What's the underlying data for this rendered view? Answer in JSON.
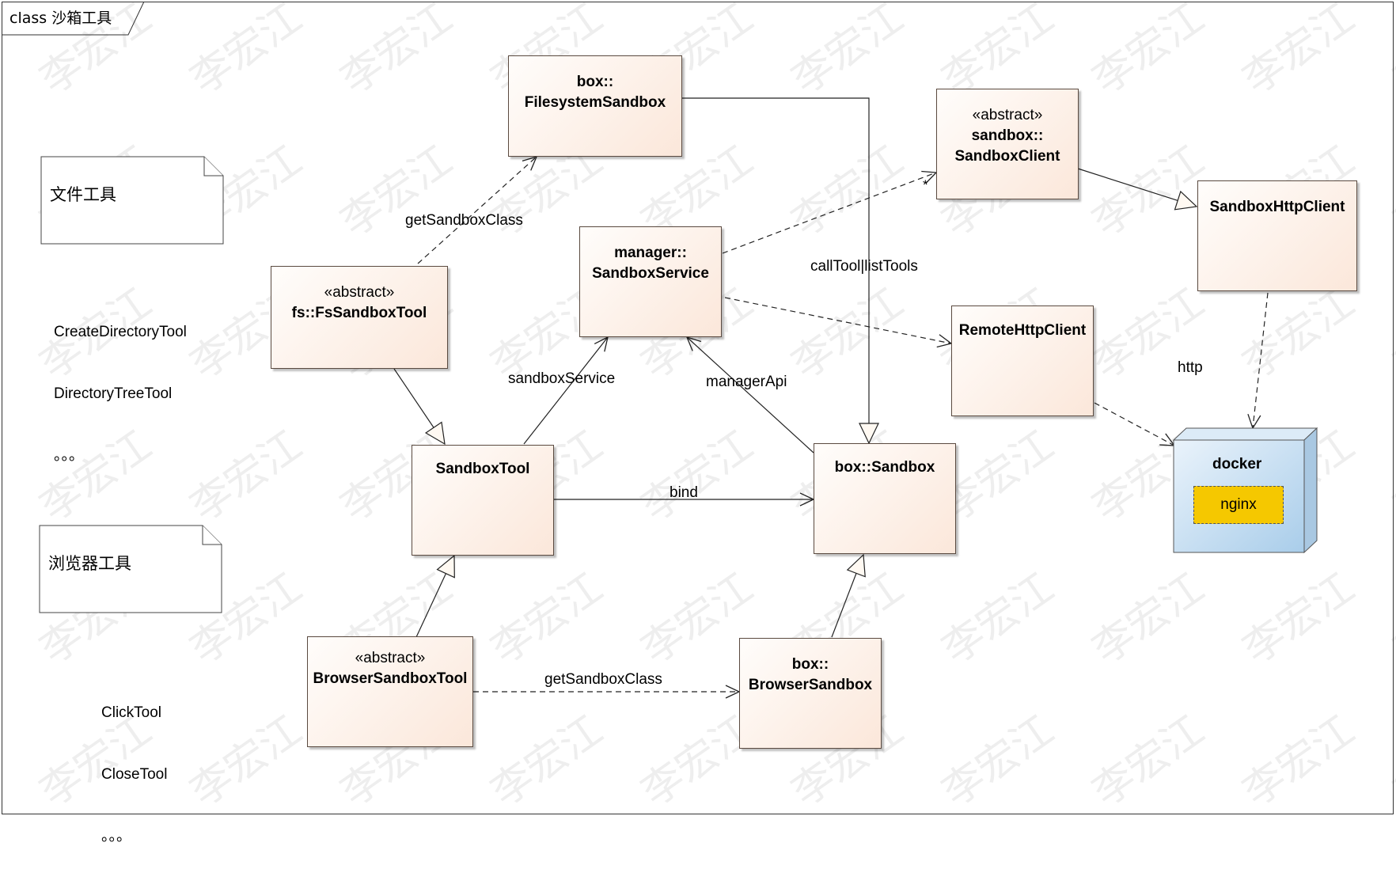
{
  "frame": {
    "label": "class 沙箱工具"
  },
  "classes": {
    "filesystem_sandbox": {
      "line1": "box::",
      "line2": "FilesystemSandbox"
    },
    "sandbox_client": {
      "stereotype": "«abstract»",
      "line1": "sandbox::",
      "line2": "SandboxClient"
    },
    "sandbox_http_client": {
      "name": "SandboxHttpClient"
    },
    "sandbox_service": {
      "line1": "manager::",
      "line2": "SandboxService"
    },
    "fs_sandbox_tool": {
      "stereotype": "«abstract»",
      "name": "fs::FsSandboxTool"
    },
    "remote_http_client": {
      "name": "RemoteHttpClient"
    },
    "sandbox_tool": {
      "name": "SandboxTool"
    },
    "box_sandbox": {
      "name": "box::Sandbox"
    },
    "browser_sandbox_tool": {
      "stereotype": "«abstract»",
      "name": "BrowserSandboxTool"
    },
    "browser_sandbox": {
      "line1": "box::",
      "line2": "BrowserSandbox"
    }
  },
  "node": {
    "name": "docker",
    "component": "nginx"
  },
  "notes": {
    "file_tools": "文件工具",
    "browser_tools": "浏览器工具"
  },
  "tool_lists": {
    "file": [
      "CreateDirectoryTool",
      "DirectoryTreeTool",
      "。。。"
    ],
    "browser": [
      "ClickTool",
      "CloseTool",
      "。。。"
    ]
  },
  "edge_labels": {
    "get_sandbox_class_fs": "getSandboxClass",
    "call_tool": "callTool|listTools",
    "sandbox_service": "sandboxService",
    "manager_api": "managerApi",
    "bind": "bind",
    "get_sandbox_class_browser": "getSandboxClass",
    "http": "http",
    "multiplicity": "*"
  },
  "watermark": "李宏江",
  "colors": {
    "class_fill_start": "#fffdfb",
    "class_fill_end": "#fbe7da",
    "node_fill": "#c6dff2",
    "nginx_fill": "#f5c800"
  }
}
